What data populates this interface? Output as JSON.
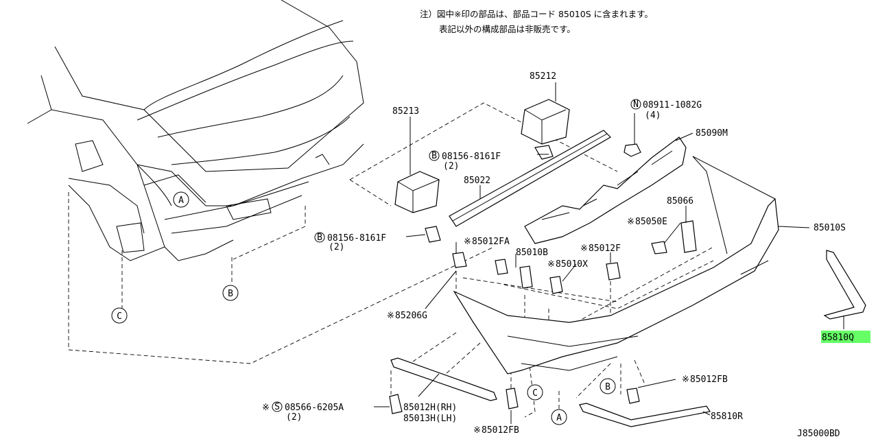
{
  "diagram": {
    "note_line1": "注）図中※印の部品は、部品コード 85010S に含まれます。",
    "note_line2": "表記以外の構成部品は非販売です。",
    "diagram_id": "J85000BD",
    "highlight_color": "#66ff66",
    "parts": [
      {
        "label": "85212"
      },
      {
        "label": "85213"
      },
      {
        "label": "08911-1082G",
        "prefix": "N",
        "qty": "(4)"
      },
      {
        "label": "85090M"
      },
      {
        "label": "08156-8161F",
        "prefix": "B",
        "qty": "(2)"
      },
      {
        "label": "85022"
      },
      {
        "label": "85066"
      },
      {
        "label": "85050E",
        "mark": "※"
      },
      {
        "label": "85010S"
      },
      {
        "label": "08156-8161F",
        "prefix": "B",
        "qty": "(2)"
      },
      {
        "label": "85012FA",
        "mark": "※"
      },
      {
        "label": "85010B"
      },
      {
        "label": "85012F",
        "mark": "※"
      },
      {
        "label": "85010X",
        "mark": "※"
      },
      {
        "label": "85206G",
        "mark": "※"
      },
      {
        "label": "85810Q",
        "highlighted": true
      },
      {
        "label": "85012FB",
        "mark": "※"
      },
      {
        "label": "08566-6205A",
        "prefix": "S",
        "mark": "※",
        "qty": "(2)"
      },
      {
        "label": "85012H(RH)"
      },
      {
        "label": "85013H(LH)"
      },
      {
        "label": "85012FB",
        "mark": "※"
      },
      {
        "label": "85810R"
      }
    ],
    "callouts": [
      "A",
      "B",
      "C",
      "A",
      "B",
      "C"
    ]
  }
}
